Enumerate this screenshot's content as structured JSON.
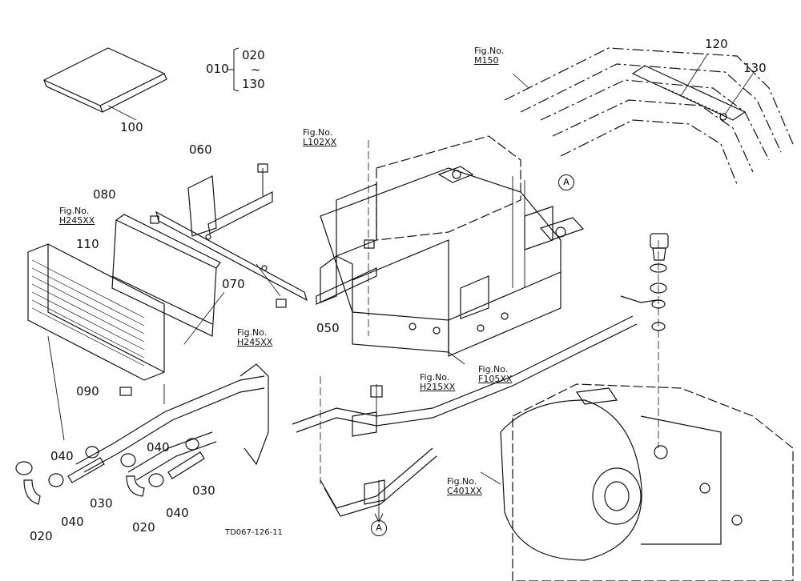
{
  "parts": {
    "p010": "010",
    "p020a": "020",
    "p020b": "020",
    "p020c": "020",
    "p030a": "030",
    "p030b": "030",
    "p040a": "040",
    "p040b": "040",
    "p040c": "040",
    "p040d": "040",
    "p050": "050",
    "p060": "060",
    "p070": "070",
    "p080": "080",
    "p090": "090",
    "p100": "100",
    "p110": "110",
    "p120": "120",
    "p130a": "130",
    "p130b": "130",
    "tilde": "~"
  },
  "fig_refs": {
    "m150": {
      "label": "Fig.No.",
      "code": "M150"
    },
    "l102": {
      "label": "Fig.No.",
      "code": "L102XX"
    },
    "h245a": {
      "label": "Fig.No.",
      "code": "H245XX"
    },
    "h245b": {
      "label": "Fig.No.",
      "code": "H245XX"
    },
    "h215": {
      "label": "Fig.No.",
      "code": "H215XX"
    },
    "f105": {
      "label": "Fig.No.",
      "code": "F105XX"
    },
    "c401": {
      "label": "Fig.No.",
      "code": "C401XX"
    }
  },
  "markers": {
    "a1": "A",
    "a2": "A"
  },
  "drawing_code": "TD067-126-11"
}
